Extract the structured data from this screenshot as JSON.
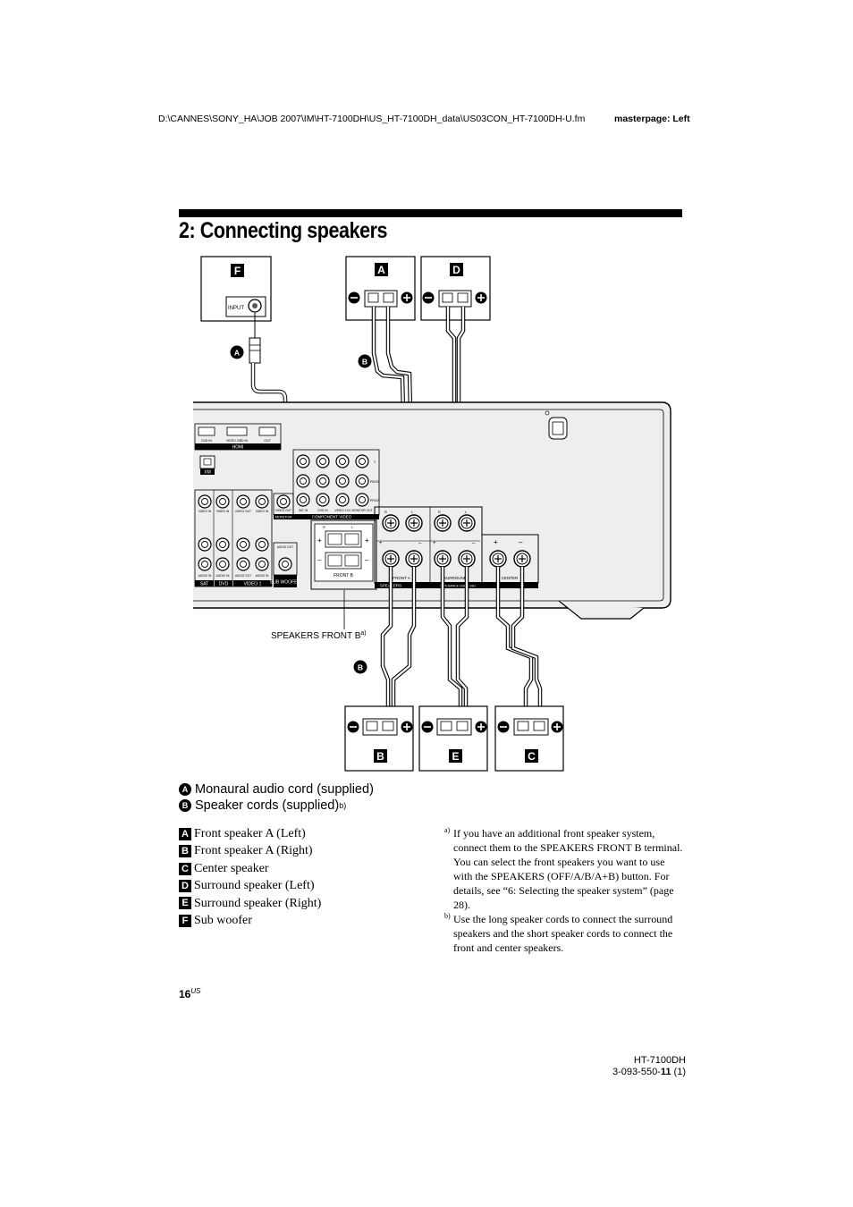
{
  "header": {
    "file_path": "D:\\CANNES\\SONY_HA\\JOB 2007\\IM\\HT-7100DH\\US_HT-7100DH_data\\US03CON_HT-7100DH-U.fm",
    "masterpage": "masterpage: Left"
  },
  "section": {
    "title": "2: Connecting speakers"
  },
  "diagram": {
    "callout_label": "SPEAKERS FRONT B",
    "callout_note_mark": "a)",
    "box_letters": {
      "sub": "F",
      "fl": "A",
      "sl": "D",
      "fr": "B",
      "sr": "E",
      "c": "C"
    },
    "cord_marks": {
      "mono": "A",
      "speaker": "B"
    },
    "input_label": "INPUT",
    "panel": {
      "hdmi": "HDMI",
      "hdmi_ports": [
        "DVD IN",
        "VIDEO 2/BD IN",
        "OUT"
      ],
      "xm": "XM",
      "component_video": "COMPONENT VIDEO",
      "component_inputs": [
        "SAT IN",
        "DVD IN",
        "VIDEO 1 IN",
        "MONITOR OUT"
      ],
      "component_rows": [
        "Y",
        "PB/CB",
        "PR/CR"
      ],
      "monitor": "MONITOR",
      "video_out": "VIDEO OUT",
      "audio_out": "AUDIO OUT",
      "sub_woofer": "SUB WOOFER",
      "bottom_groups": [
        "SAT",
        "DVD",
        "VIDEO 1"
      ],
      "jack_labels": [
        "VIDEO IN",
        "VIDEO IN",
        "VIDEO OUT",
        "VIDEO IN",
        "AUDIO IN",
        "AUDIO IN",
        "AUDIO OUT",
        "AUDIO IN"
      ],
      "front_b": "FRONT B",
      "front_a": "FRONT A",
      "surround": "SURROUND",
      "center": "CENTER",
      "speakers": "SPEAKERS",
      "impedance": "IMPEDANCE USE 8-16Ω",
      "r": "R",
      "l": "L",
      "plus": "+",
      "minus": "–"
    }
  },
  "cords": [
    {
      "mark": "A",
      "text": "Monaural audio cord (supplied)",
      "note": ""
    },
    {
      "mark": "B",
      "text": "Speaker cords (supplied)",
      "note": "b)"
    }
  ],
  "legend": [
    {
      "letter": "A",
      "text": "Front speaker A (Left)"
    },
    {
      "letter": "B",
      "text": "Front speaker A (Right)"
    },
    {
      "letter": "C",
      "text": "Center speaker"
    },
    {
      "letter": "D",
      "text": "Surround speaker (Left)"
    },
    {
      "letter": "E",
      "text": "Surround speaker (Right)"
    },
    {
      "letter": "F",
      "text": "Sub woofer"
    }
  ],
  "notes": [
    {
      "mark": "a)",
      "text": "If you have an additional front speaker system, connect them to the SPEAKERS FRONT B terminal. You can select the front speakers you want to use with the SPEAKERS (OFF/A/B/A+B) button. For details, see “6: Selecting the speaker system” (page 28)."
    },
    {
      "mark": "b)",
      "text": "Use the long speaker cords to connect the surround speakers and the short speaker cords to connect the front and center speakers."
    }
  ],
  "footer": {
    "page_number": "16",
    "page_suffix": "US",
    "model": "HT-7100DH",
    "code_prefix": "3-093-550-",
    "code_bold": "11",
    "code_suffix": " (1)"
  }
}
